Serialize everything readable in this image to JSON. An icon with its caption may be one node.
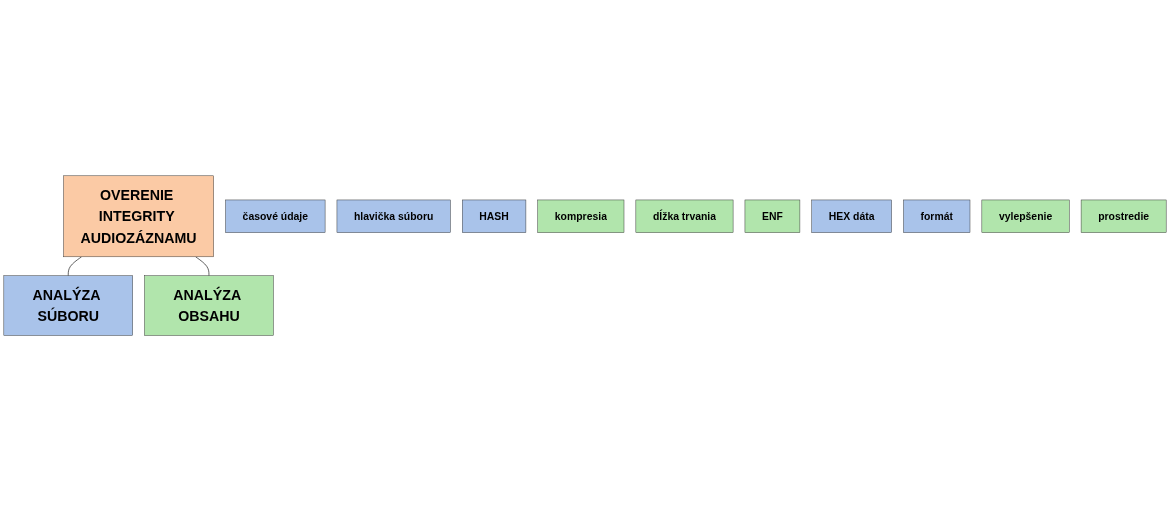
{
  "diagram": {
    "nodes": [
      {
        "text": [
          "OVERENIE INTEGRITY AUDIOZÁZNAMU"
        ]
      },
      {
        "text": [
          "ANALÝZA SÚBORU"
        ]
      },
      {
        "text": [
          "ANALÝZA OBSAHU"
        ]
      },
      {
        "text": [
          "časové údaje"
        ]
      },
      {
        "text": [
          "hlavička súboru"
        ]
      },
      {
        "text": [
          "HASH"
        ]
      },
      {
        "text": [
          "kompresia"
        ]
      },
      {
        "text": [
          "dĺžka trvania"
        ]
      },
      {
        "text": [
          "ENF"
        ]
      },
      {
        "text": [
          "HEX dáta"
        ]
      },
      {
        "text": [
          "formát"
        ]
      },
      {
        "text": [
          "vylepšenie"
        ]
      },
      {
        "text": [
          "prostredie"
        ]
      }
    ],
    "edges": [
      {
        "from": 0,
        "to": 1,
        "arrow": "none"
      },
      {
        "from": 0,
        "to": 2,
        "arrow": "none"
      }
    ]
  }
}
